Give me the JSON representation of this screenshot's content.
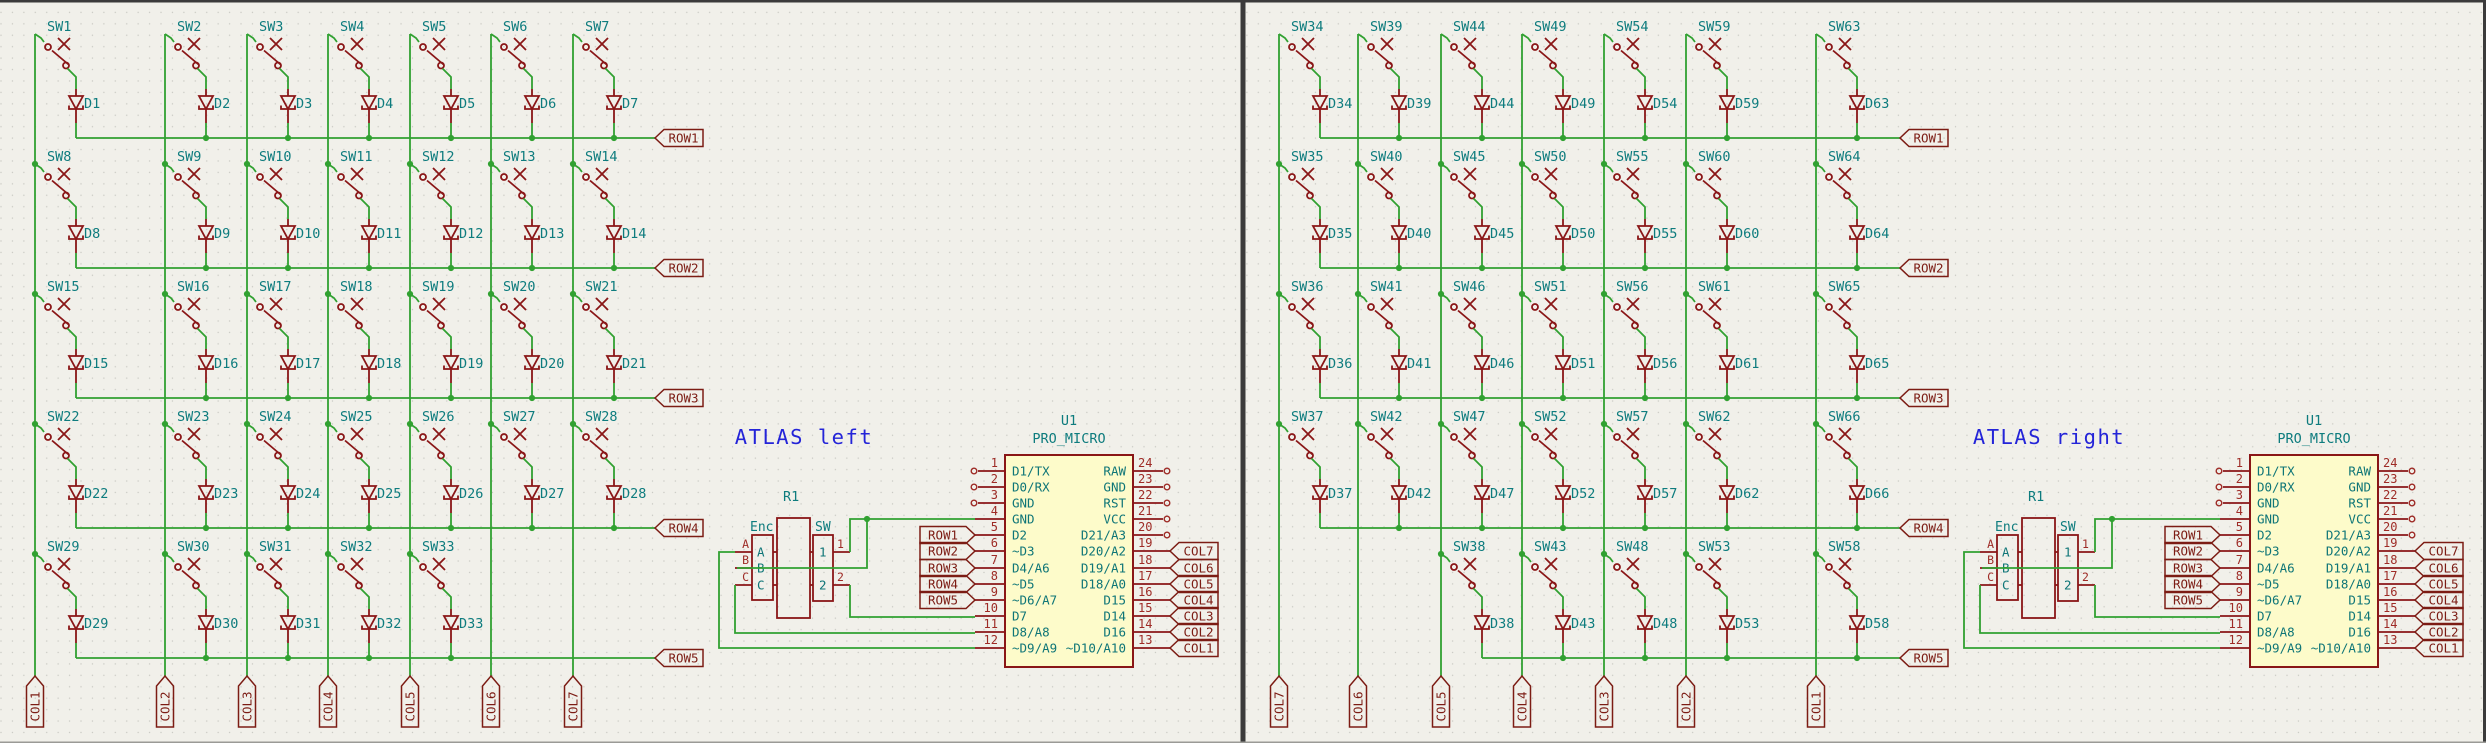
{
  "workspace": {
    "panes": [
      {
        "id": "left",
        "title": "ATLAS left",
        "row_labels": [
          "ROW1",
          "ROW2",
          "ROW3",
          "ROW4",
          "ROW5"
        ],
        "col_labels": [
          "COL1",
          "COL2",
          "COL3",
          "COL4",
          "COL5",
          "COL6",
          "COL7"
        ],
        "switches": [
          [
            "SW1",
            "SW2",
            "SW3",
            "SW4",
            "SW5",
            "SW6",
            "SW7"
          ],
          [
            "SW8",
            "SW9",
            "SW10",
            "SW11",
            "SW12",
            "SW13",
            "SW14"
          ],
          [
            "SW15",
            "SW16",
            "SW17",
            "SW18",
            "SW19",
            "SW20",
            "SW21"
          ],
          [
            "SW22",
            "SW23",
            "SW24",
            "SW25",
            "SW26",
            "SW27",
            "SW28"
          ],
          [
            "SW29",
            "SW30",
            "SW31",
            "SW32",
            "SW33"
          ]
        ],
        "diodes": [
          [
            "D1",
            "D2",
            "D3",
            "D4",
            "D5",
            "D6",
            "D7"
          ],
          [
            "D8",
            "D9",
            "D10",
            "D11",
            "D12",
            "D13",
            "D14"
          ],
          [
            "D15",
            "D16",
            "D17",
            "D18",
            "D19",
            "D20",
            "D21"
          ],
          [
            "D22",
            "D23",
            "D24",
            "D25",
            "D26",
            "D27",
            "D28"
          ],
          [
            "D29",
            "D30",
            "D31",
            "D32",
            "D33"
          ]
        ],
        "encoder": {
          "ref": "R1",
          "enc_title": "Enc",
          "sw_title": "SW",
          "enc_pins": [
            "A",
            "B",
            "C"
          ],
          "sw_pins": [
            "1",
            "2"
          ]
        },
        "controller": {
          "ref": "U1",
          "value": "PRO_MICRO",
          "left_pins": [
            {
              "num": "1",
              "name": "D1/TX",
              "conn": "nc"
            },
            {
              "num": "2",
              "name": "D0/RX",
              "conn": "nc"
            },
            {
              "num": "3",
              "name": "GND",
              "conn": "nc"
            },
            {
              "num": "4",
              "name": "GND",
              "conn": "wire"
            },
            {
              "num": "5",
              "name": "D2",
              "conn": "tag",
              "tag": "ROW1"
            },
            {
              "num": "6",
              "name": "~D3",
              "conn": "tag",
              "tag": "ROW2"
            },
            {
              "num": "7",
              "name": "D4/A6",
              "conn": "tag",
              "tag": "ROW3"
            },
            {
              "num": "8",
              "name": "~D5",
              "conn": "tag",
              "tag": "ROW4"
            },
            {
              "num": "9",
              "name": "~D6/A7",
              "conn": "tag",
              "tag": "ROW5"
            },
            {
              "num": "10",
              "name": "D7",
              "conn": "wire"
            },
            {
              "num": "11",
              "name": "D8/A8",
              "conn": "wire"
            },
            {
              "num": "12",
              "name": "~D9/A9",
              "conn": "wire"
            }
          ],
          "right_pins": [
            {
              "num": "24",
              "name": "RAW",
              "conn": "nc"
            },
            {
              "num": "23",
              "name": "GND",
              "conn": "nc"
            },
            {
              "num": "22",
              "name": "RST",
              "conn": "nc"
            },
            {
              "num": "21",
              "name": "VCC",
              "conn": "nc"
            },
            {
              "num": "20",
              "name": "D21/A3",
              "conn": "nc"
            },
            {
              "num": "19",
              "name": "D20/A2",
              "conn": "tag",
              "tag": "COL7"
            },
            {
              "num": "18",
              "name": "D19/A1",
              "conn": "tag",
              "tag": "COL6"
            },
            {
              "num": "17",
              "name": "D18/A0",
              "conn": "tag",
              "tag": "COL5"
            },
            {
              "num": "16",
              "name": "D15",
              "conn": "tag",
              "tag": "COL4"
            },
            {
              "num": "15",
              "name": "D14",
              "conn": "tag",
              "tag": "COL3"
            },
            {
              "num": "14",
              "name": "D16",
              "conn": "tag",
              "tag": "COL2"
            },
            {
              "num": "13",
              "name": "~D10/A10",
              "conn": "tag",
              "tag": "COL1"
            }
          ]
        }
      },
      {
        "id": "right",
        "title": "ATLAS right",
        "row_labels": [
          "ROW1",
          "ROW2",
          "ROW3",
          "ROW4",
          "ROW5"
        ],
        "col_labels": [
          "COL7",
          "COL6",
          "COL5",
          "COL4",
          "COL3",
          "COL2",
          "COL1"
        ],
        "switches": [
          [
            "SW34",
            "SW39",
            "SW44",
            "SW49",
            "SW54",
            "SW59",
            "SW63"
          ],
          [
            "SW35",
            "SW40",
            "SW45",
            "SW50",
            "SW55",
            "SW60",
            "SW64"
          ],
          [
            "SW36",
            "SW41",
            "SW46",
            "SW51",
            "SW56",
            "SW61",
            "SW65"
          ],
          [
            "SW37",
            "SW42",
            "SW47",
            "SW52",
            "SW57",
            "SW62",
            "SW66"
          ],
          [
            "SW38",
            "SW43",
            "SW48",
            "SW53",
            "SW58"
          ]
        ],
        "diodes": [
          [
            "D34",
            "D39",
            "D44",
            "D49",
            "D54",
            "D59",
            "D63"
          ],
          [
            "D35",
            "D40",
            "D45",
            "D50",
            "D55",
            "D60",
            "D64"
          ],
          [
            "D36",
            "D41",
            "D46",
            "D51",
            "D56",
            "D61",
            "D65"
          ],
          [
            "D37",
            "D42",
            "D47",
            "D52",
            "D57",
            "D62",
            "D66"
          ],
          [
            "D38",
            "D43",
            "D48",
            "D53",
            "D58"
          ]
        ],
        "encoder": {
          "ref": "R1",
          "enc_title": "Enc",
          "sw_title": "SW",
          "enc_pins": [
            "A",
            "B",
            "C"
          ],
          "sw_pins": [
            "1",
            "2"
          ]
        },
        "controller": {
          "ref": "U1",
          "value": "PRO_MICRO",
          "left_pins": [
            {
              "num": "1",
              "name": "D1/TX",
              "conn": "nc"
            },
            {
              "num": "2",
              "name": "D0/RX",
              "conn": "nc"
            },
            {
              "num": "3",
              "name": "GND",
              "conn": "nc"
            },
            {
              "num": "4",
              "name": "GND",
              "conn": "wire"
            },
            {
              "num": "5",
              "name": "D2",
              "conn": "tag",
              "tag": "ROW1"
            },
            {
              "num": "6",
              "name": "~D3",
              "conn": "tag",
              "tag": "ROW2"
            },
            {
              "num": "7",
              "name": "D4/A6",
              "conn": "tag",
              "tag": "ROW3"
            },
            {
              "num": "8",
              "name": "~D5",
              "conn": "tag",
              "tag": "ROW4"
            },
            {
              "num": "9",
              "name": "~D6/A7",
              "conn": "tag",
              "tag": "ROW5"
            },
            {
              "num": "10",
              "name": "D7",
              "conn": "wire"
            },
            {
              "num": "11",
              "name": "D8/A8",
              "conn": "wire"
            },
            {
              "num": "12",
              "name": "~D9/A9",
              "conn": "wire"
            }
          ],
          "right_pins": [
            {
              "num": "24",
              "name": "RAW",
              "conn": "nc"
            },
            {
              "num": "23",
              "name": "GND",
              "conn": "nc"
            },
            {
              "num": "22",
              "name": "RST",
              "conn": "nc"
            },
            {
              "num": "21",
              "name": "VCC",
              "conn": "nc"
            },
            {
              "num": "20",
              "name": "D21/A3",
              "conn": "nc"
            },
            {
              "num": "19",
              "name": "D20/A2",
              "conn": "tag",
              "tag": "COL7"
            },
            {
              "num": "18",
              "name": "D19/A1",
              "conn": "tag",
              "tag": "COL6"
            },
            {
              "num": "17",
              "name": "D18/A0",
              "conn": "tag",
              "tag": "COL5"
            },
            {
              "num": "16",
              "name": "D15",
              "conn": "tag",
              "tag": "COL4"
            },
            {
              "num": "15",
              "name": "D14",
              "conn": "tag",
              "tag": "COL3"
            },
            {
              "num": "14",
              "name": "D16",
              "conn": "tag",
              "tag": "COL2"
            },
            {
              "num": "13",
              "name": "~D10/A10",
              "conn": "tag",
              "tag": "COL1"
            }
          ]
        }
      }
    ]
  },
  "colors": {
    "background": "#f1f0ea",
    "grid_dot": "#c9c9c3",
    "wire_green": "#31a131",
    "symbol_red": "#8a1617",
    "pin_number_red": "#9e2b26",
    "pin_name_teal": "#0e7577",
    "label_teal": "#0e7c7e",
    "hier_label": "#7c1c14",
    "chip_fill": "#fdfbca",
    "title_blue": "#2424d8",
    "divider": "#3b3b3b"
  }
}
